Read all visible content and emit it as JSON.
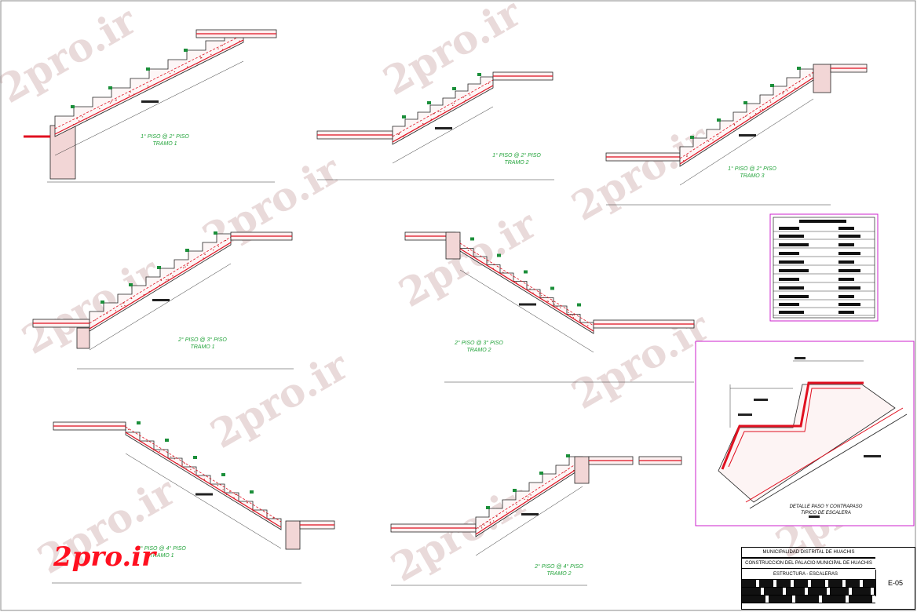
{
  "labels": {
    "l1": [
      "1° PISO @ 2° PISO",
      "TRAMO 1"
    ],
    "l2": [
      "1° PISO @ 2° PISO",
      "TRAMO 2"
    ],
    "l3": [
      "1° PISO @ 2° PISO",
      "TRAMO 3"
    ],
    "l4": [
      "2° PISO @ 3° PISO",
      "TRAMO 1"
    ],
    "l5": [
      "2° PISO @ 3° PISO",
      "TRAMO 2"
    ],
    "l6": [
      "2° PISO @ 4° PISO",
      "TRAMO 1"
    ],
    "l7": [
      "2° PISO @ 4° PISO",
      "TRAMO 2"
    ]
  },
  "detail": {
    "title": "DETALLE PASO Y CONTRAPASO",
    "subtitle": "TIPICO DE ESCALERA"
  },
  "title_block": {
    "client": "MUNICIPALIDAD DISTRITAL DE HUACHIS",
    "project": "CONSTRUCCION DEL PALACIO MUNICIPAL DE HUACHIS",
    "drawing": "ESTRUCTURA - ESCALERAS",
    "sheet": "E-05"
  },
  "watermark": {
    "text": "2pro.ir",
    "logo": "2pro.ir"
  },
  "colors": {
    "concrete_outline": "#222222",
    "rebar": "#e01020",
    "dimension": "#333333",
    "label": "#22a33a",
    "frame": "#cc22cc"
  }
}
